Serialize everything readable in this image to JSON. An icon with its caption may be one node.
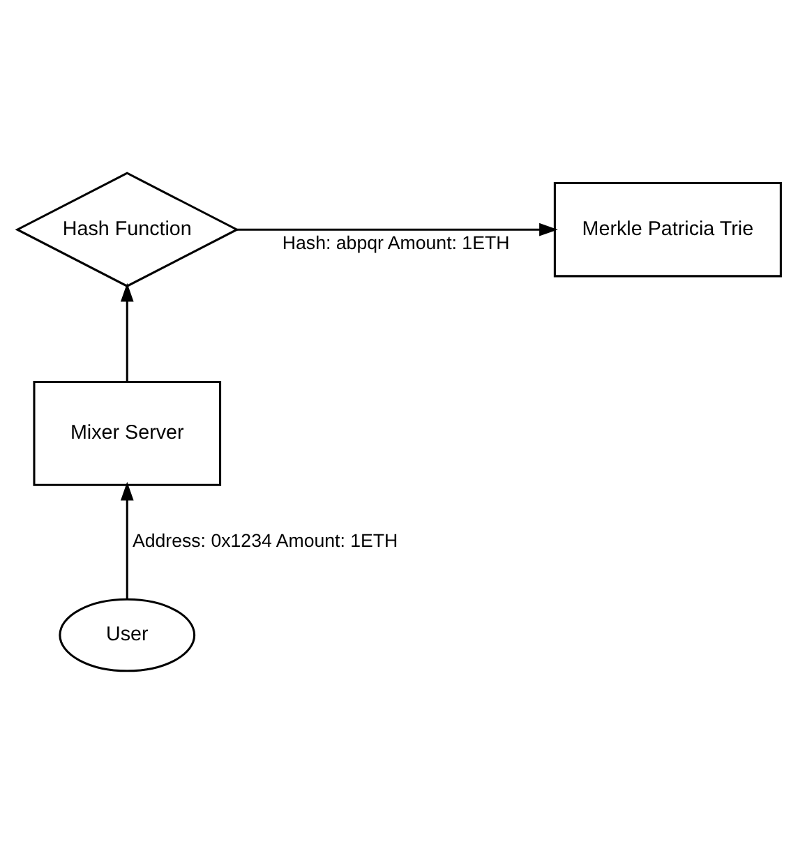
{
  "diagram": {
    "nodes": [
      {
        "text": [
          "Hash Function"
        ]
      },
      {
        "text": [
          "Merkle Patricia Trie"
        ]
      },
      {
        "text": [
          "Mixer Server"
        ]
      },
      {
        "text": [
          "User"
        ]
      }
    ],
    "edges": [
      {
        "from": 0,
        "to": 1,
        "arrow": "to",
        "label": "Hash: abpqr Amount: 1ETH"
      },
      {
        "from": 2,
        "to": 0,
        "arrow": "to"
      },
      {
        "from": 3,
        "to": 2,
        "arrow": "to",
        "label": "Address: 0x1234 Amount: 1ETH"
      }
    ]
  }
}
